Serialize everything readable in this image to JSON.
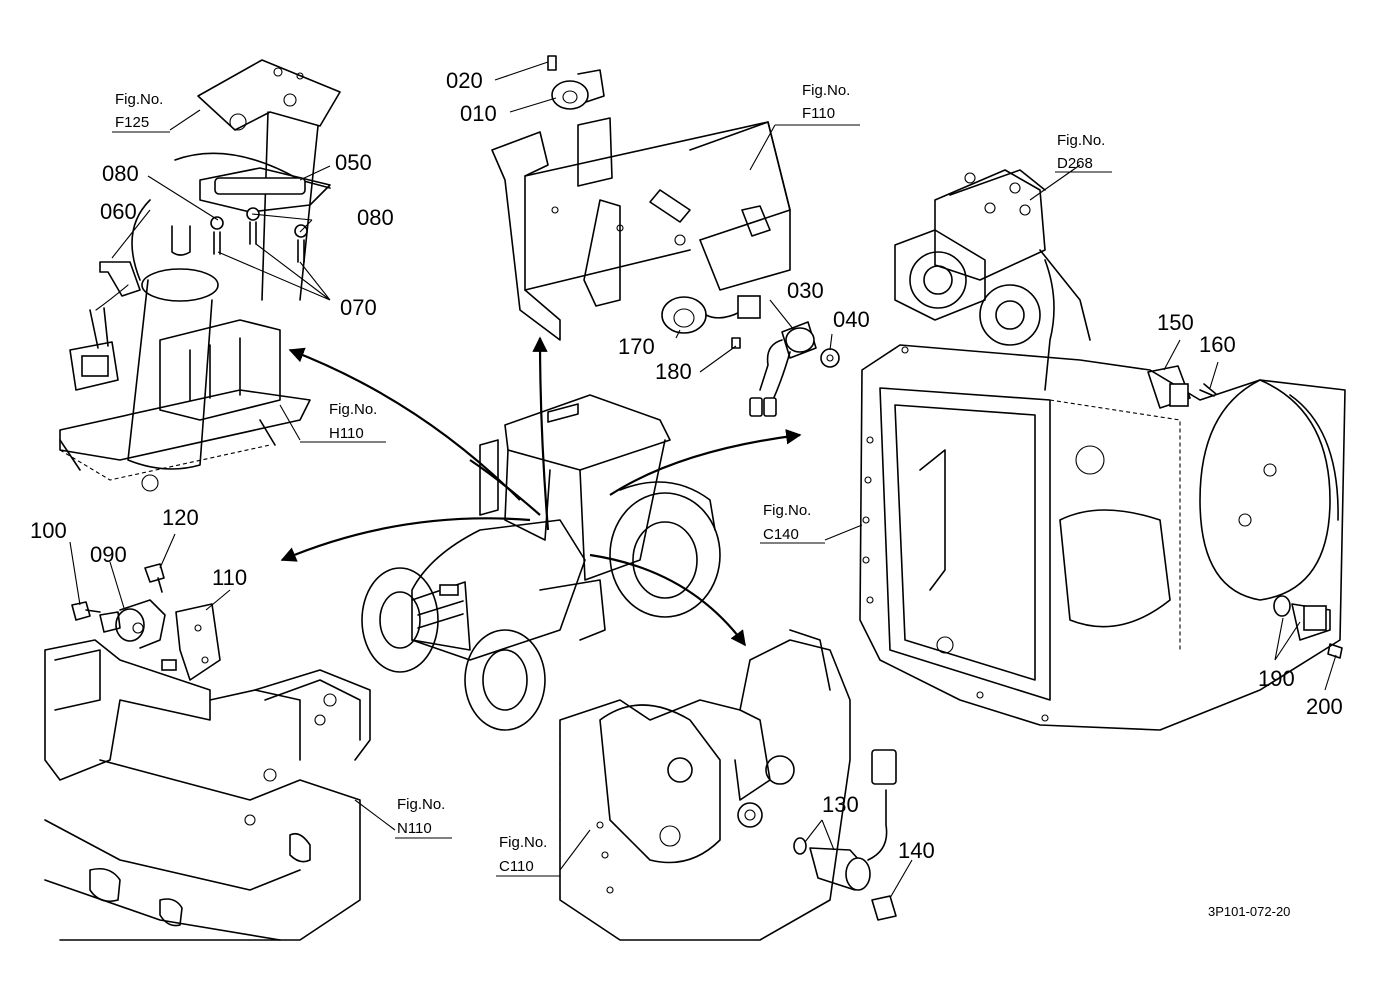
{
  "callouts": {
    "c010": "010",
    "c020": "020",
    "c030": "030",
    "c040": "040",
    "c050": "050",
    "c060": "060",
    "c070": "070",
    "c080a": "080",
    "c080b": "080",
    "c090": "090",
    "c100": "100",
    "c110": "110",
    "c120": "120",
    "c130": "130",
    "c140": "140",
    "c150": "150",
    "c160": "160",
    "c170": "170",
    "c180": "180",
    "c190": "190",
    "c200": "200"
  },
  "fig_refs": {
    "label": "Fig.No.",
    "f125": "F125",
    "f110": "F110",
    "d268": "D268",
    "h110": "H110",
    "c140": "C140",
    "n110": "N110",
    "c110": "C110"
  },
  "drawing_number": "3P101-072-20"
}
